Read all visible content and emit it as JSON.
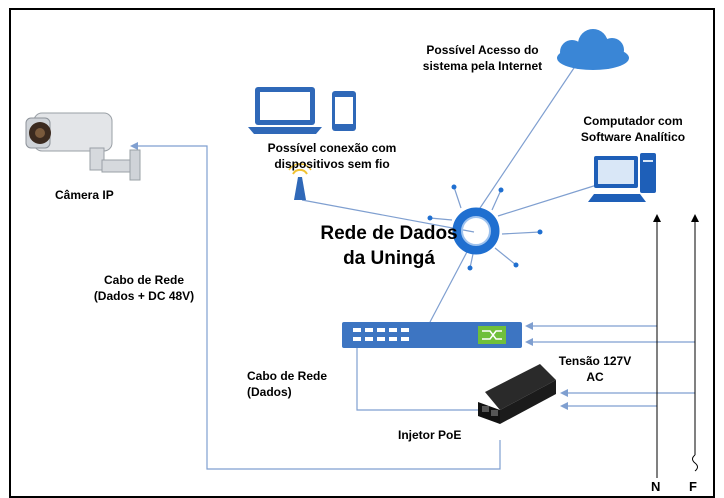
{
  "labels": {
    "internet_line1": "Possível Acesso do",
    "internet_line2": "sistema pela Internet",
    "computer_line1": "Computador com",
    "computer_line2": "Software Analítico",
    "wireless_line1": "Possível conexão com",
    "wireless_line2": "dispositivos sem fio",
    "camera": "Câmera IP",
    "network_line1": "Rede de Dados",
    "network_line2": "da Uningá",
    "cable_poe_line1": "Cabo de Rede",
    "cable_poe_line2": "(Dados + DC 48V)",
    "cable_data_line1": "Cabo de Rede",
    "cable_data_line2": "(Dados)",
    "voltage_line1": "Tensão 127V",
    "voltage_line2": "AC",
    "injector": "Injetor PoE",
    "neutral": "N",
    "phase": "F"
  },
  "colors": {
    "line": "#7f9fd0",
    "cloud": "#3a86d6",
    "ring": "#1f6fd0",
    "switch": "#3d75c2",
    "port": "#ffffff",
    "laptop": "#2f68b8",
    "injector": "#1b1b1b"
  },
  "icons": [
    "cloud-icon",
    "computer-icon",
    "laptop-icon",
    "phone-icon",
    "wifi-antenna-icon",
    "camera-icon",
    "network-ring-icon",
    "switch-icon",
    "poe-injector-icon"
  ]
}
